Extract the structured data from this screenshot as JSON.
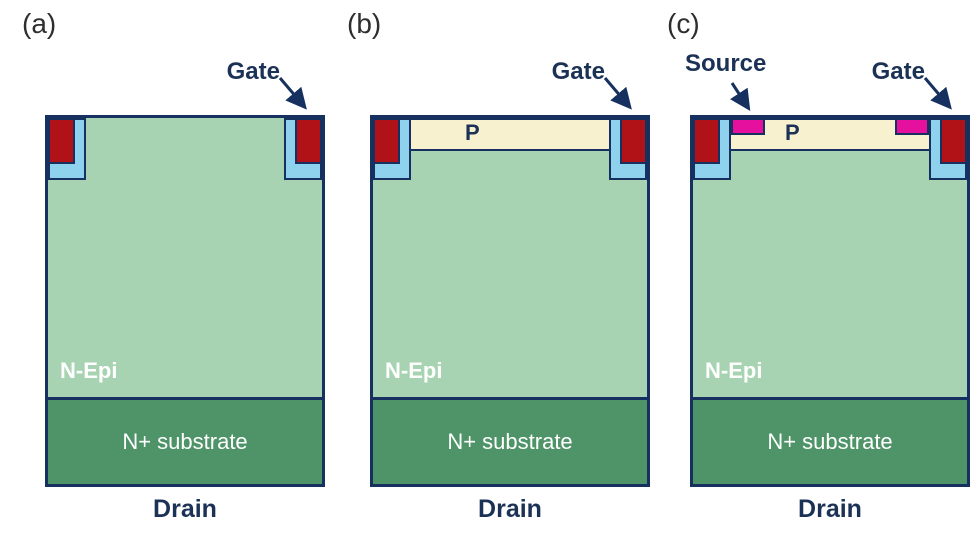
{
  "colors": {
    "navy": "#16305f",
    "green_epi": "#a7d3b2",
    "green_sub": "#4e9468",
    "red_gate": "#b01217",
    "blue_ox": "#8fd2ee",
    "cream_p": "#f8f1cf",
    "magenta_src": "#e5119e",
    "label_navy": "#1b3156",
    "tag_gray": "#2e2e2e",
    "background": "#ffffff"
  },
  "panels": [
    {
      "tag": "(a)",
      "labels": {
        "gate": "Gate",
        "n_epi": "N-Epi",
        "substrate": "N+ substrate",
        "drain": "Drain"
      }
    },
    {
      "tag": "(b)",
      "labels": {
        "gate": "Gate",
        "p": "P",
        "n_epi": "N-Epi",
        "substrate": "N+ substrate",
        "drain": "Drain"
      }
    },
    {
      "tag": "(c)",
      "labels": {
        "source": "Source",
        "gate": "Gate",
        "p": "P",
        "n_epi": "N-Epi",
        "substrate": "N+ substrate",
        "drain": "Drain"
      }
    }
  ]
}
